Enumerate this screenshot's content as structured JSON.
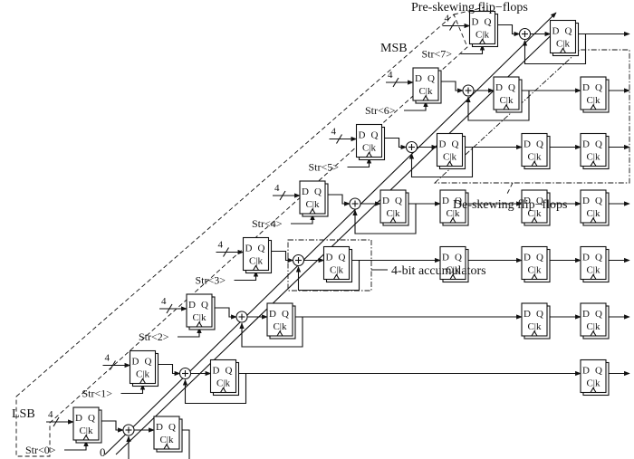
{
  "labels": {
    "pre_skew": "Pre-skewing flip−flops",
    "de_skew": "De-skewing flip−flops",
    "accum": "4-bit accumulators",
    "msb": "MSB",
    "lsb": "LSB",
    "zero": "0"
  },
  "ff": {
    "d": "D",
    "q": "Q",
    "clk": "C|k"
  },
  "bus_width": "4",
  "strobes": [
    "Str<0>",
    "Str<1>",
    "Str<2>",
    "Str<3>",
    "Str<4>",
    "Str<5>",
    "Str<6>",
    "Str<7>"
  ],
  "deskew_counts": [
    0,
    1,
    2,
    3,
    3,
    2,
    1,
    0
  ]
}
